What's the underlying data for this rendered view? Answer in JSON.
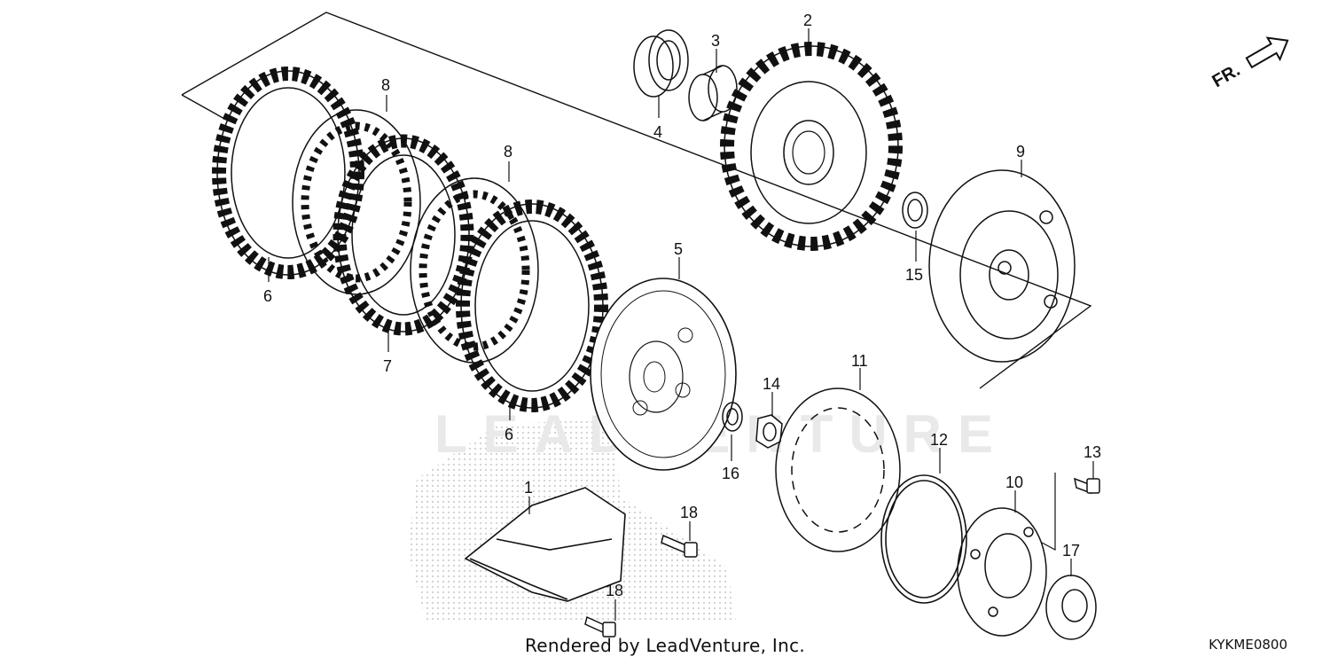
{
  "diagram": {
    "direction_label": "FR.",
    "footer_text": "Rendered by LeadVenture, Inc.",
    "diagram_code": "KYKME0800",
    "callouts": [
      "1",
      "2",
      "3",
      "4",
      "5",
      "6",
      "6",
      "7",
      "8",
      "8",
      "9",
      "10",
      "11",
      "12",
      "13",
      "14",
      "15",
      "16",
      "17",
      "18",
      "18"
    ]
  },
  "colors": {
    "line": "#111111",
    "watermark": "#e6e6e6"
  },
  "icons": {
    "direction": "front-arrow-icon"
  }
}
